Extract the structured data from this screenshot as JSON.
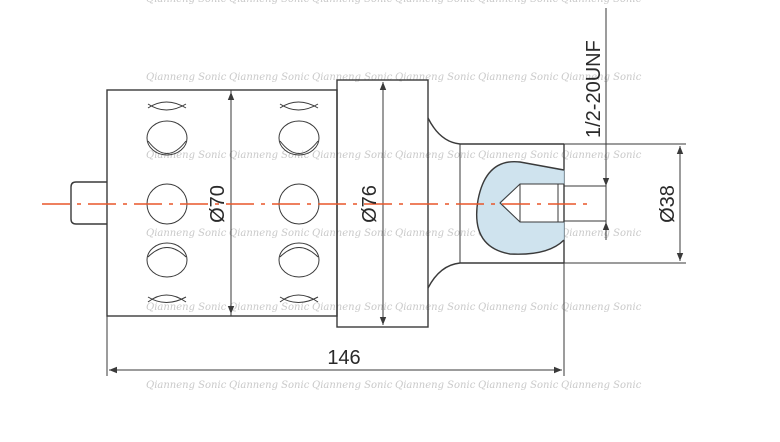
{
  "dimensions": {
    "overall_length": "146",
    "body_diameter": "Ø70",
    "flange_diameter": "Ø76",
    "output_diameter": "Ø38",
    "thread_spec": "1/2-20UNF"
  },
  "watermark": "Qianneng Sonic",
  "colors": {
    "centerline": "#e8562a",
    "outline": "#3a3a3a",
    "watermark": "#c9c9c9"
  }
}
